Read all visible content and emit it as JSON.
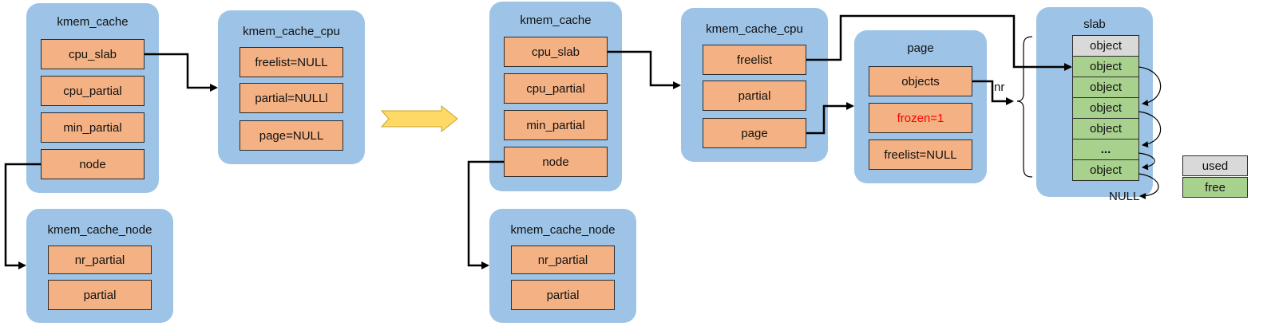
{
  "left": {
    "kmem_cache": {
      "title": "kmem_cache",
      "fields": [
        "cpu_slab",
        "cpu_partial",
        "min_partial",
        "node"
      ]
    },
    "kmem_cache_cpu": {
      "title": "kmem_cache_cpu",
      "fields": [
        "freelist=NULL",
        "partial=NULLl",
        "page=NULL"
      ]
    },
    "kmem_cache_node": {
      "title": "kmem_cache_node",
      "fields": [
        "nr_partial",
        "partial"
      ]
    }
  },
  "right": {
    "kmem_cache": {
      "title": "kmem_cache",
      "fields": [
        "cpu_slab",
        "cpu_partial",
        "min_partial",
        "node"
      ]
    },
    "kmem_cache_cpu": {
      "title": "kmem_cache_cpu",
      "fields": [
        "freelist",
        "partial",
        "page"
      ]
    },
    "kmem_cache_node": {
      "title": "kmem_cache_node",
      "fields": [
        "nr_partial",
        "partial"
      ]
    },
    "page": {
      "title": "page",
      "fields": [
        "objects",
        "frozen=1",
        "freelist=NULL"
      ]
    },
    "slab": {
      "title": "slab",
      "objects": [
        "object",
        "object",
        "object",
        "object",
        "object",
        "...",
        "object"
      ]
    },
    "nr_label": "nr",
    "null_label": "NULL"
  },
  "legend": {
    "used": "used",
    "free": "free"
  },
  "colors": {
    "panel": "#9dc3e6",
    "field": "#f4b183",
    "used": "#d9d9d9",
    "free": "#a9d18e",
    "arrow": "#ffd966",
    "highlight_text": "#ff0000"
  }
}
